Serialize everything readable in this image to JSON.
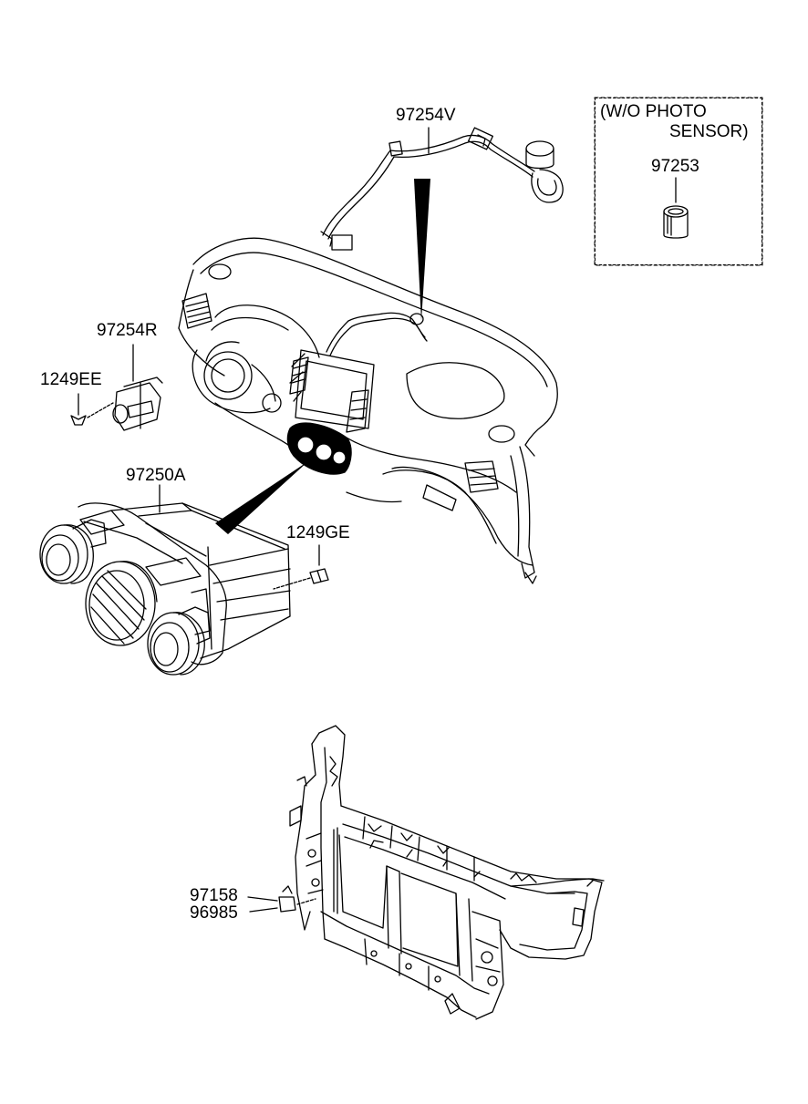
{
  "callouts": {
    "harness": "97254V",
    "note_line1": "(W/O PHOTO",
    "note_line2": "SENSOR)",
    "plug": "97253",
    "sensor": "97254R",
    "screw_left": "1249EE",
    "control_unit": "97250A",
    "screw_right": "1249GE",
    "clip_1": "97158",
    "clip_2": "96985"
  }
}
